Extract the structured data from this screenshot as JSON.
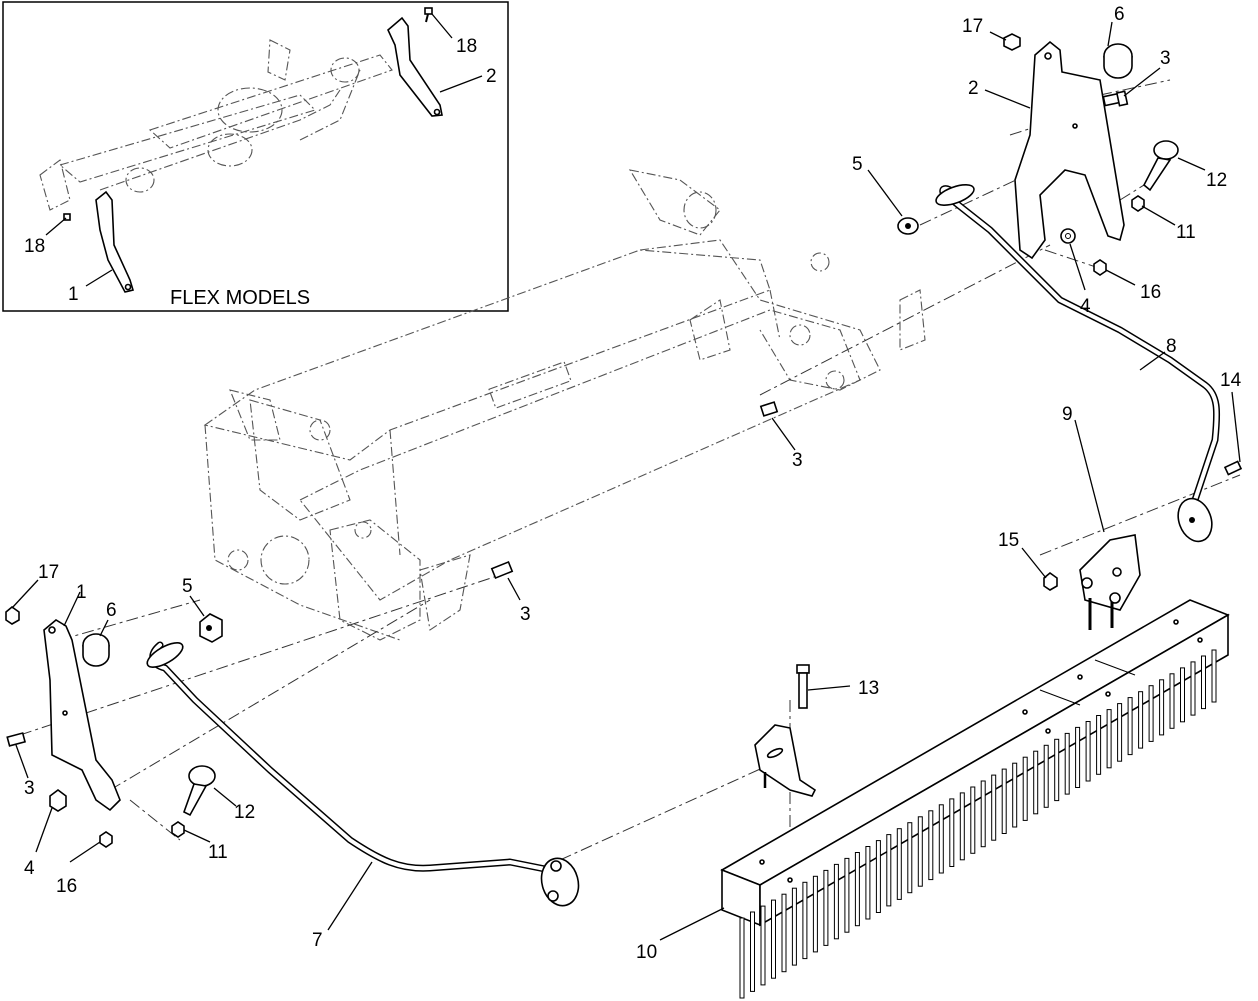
{
  "inset": {
    "title": "FLEX MODELS",
    "callouts": [
      "18",
      "2",
      "18",
      "1"
    ]
  },
  "callouts": {
    "c17_top": "17",
    "c6_top": "6",
    "c3_top": "3",
    "c2_top": "2",
    "c5_top": "5",
    "c12_top": "12",
    "c11_top": "11",
    "c4_top": "4",
    "c16_top": "16",
    "c8": "8",
    "c14": "14",
    "c3_mid": "3",
    "c9": "9",
    "c15": "15",
    "c17_left": "17",
    "c1_left": "1",
    "c6_left": "6",
    "c5_left": "5",
    "c3_center": "3",
    "c13": "13",
    "c3_left": "3",
    "c12_left": "12",
    "c4_left": "4",
    "c11_left": "11",
    "c16_left": "16",
    "c7": "7",
    "c10": "10"
  }
}
